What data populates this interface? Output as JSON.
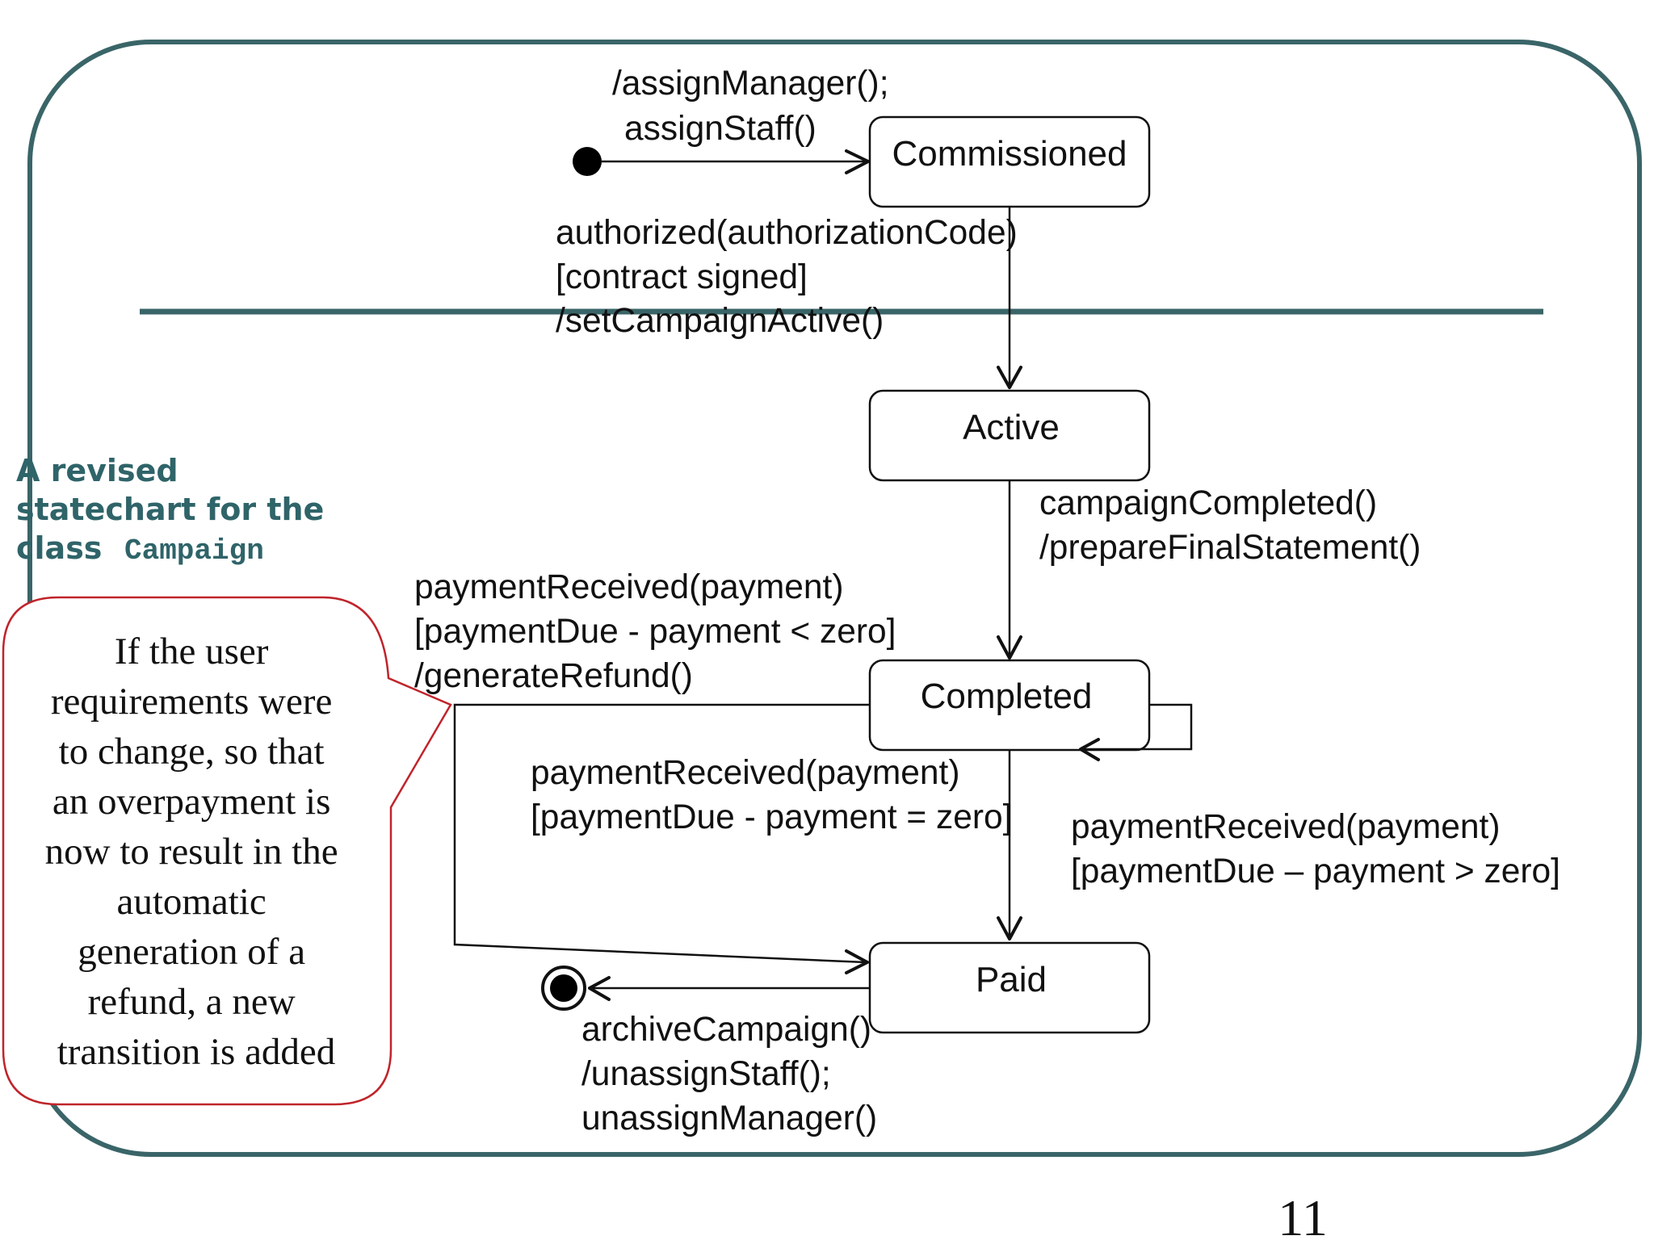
{
  "slide": {
    "caption": [
      "A revised",
      "statechart for the",
      "class"
    ],
    "caption_code": "Campaign",
    "page_number": "11",
    "frame_color": "#3a6568",
    "callout_color": "#c0242b"
  },
  "callout": {
    "lines": [
      "If the user",
      "requirements were",
      "to change, so that",
      "an overpayment is",
      "now to result in the",
      "automatic",
      "generation of a",
      "refund, a new",
      "transition is added"
    ]
  },
  "states": {
    "commissioned": "Commissioned",
    "active": "Active",
    "completed": "Completed",
    "paid": "Paid"
  },
  "transitions": {
    "initial": [
      "/assignManager();",
      "assignStaff()"
    ],
    "authorized": [
      "authorized(authorizationCode)",
      "[contract signed]",
      "/setCampaignActive()"
    ],
    "campaign_completed": [
      "campaignCompleted()",
      "/prepareFinalStatement()"
    ],
    "refund": [
      "paymentReceived(payment)",
      "[paymentDue - payment < zero]",
      "/generateRefund()"
    ],
    "payment_equal": [
      "paymentReceived(payment)",
      "[paymentDue - payment = zero]"
    ],
    "payment_greater": [
      "paymentReceived(payment)",
      "[paymentDue – payment > zero]"
    ],
    "archive": [
      "archiveCampaign()",
      "/unassignStaff();",
      " unassignManager()"
    ]
  }
}
